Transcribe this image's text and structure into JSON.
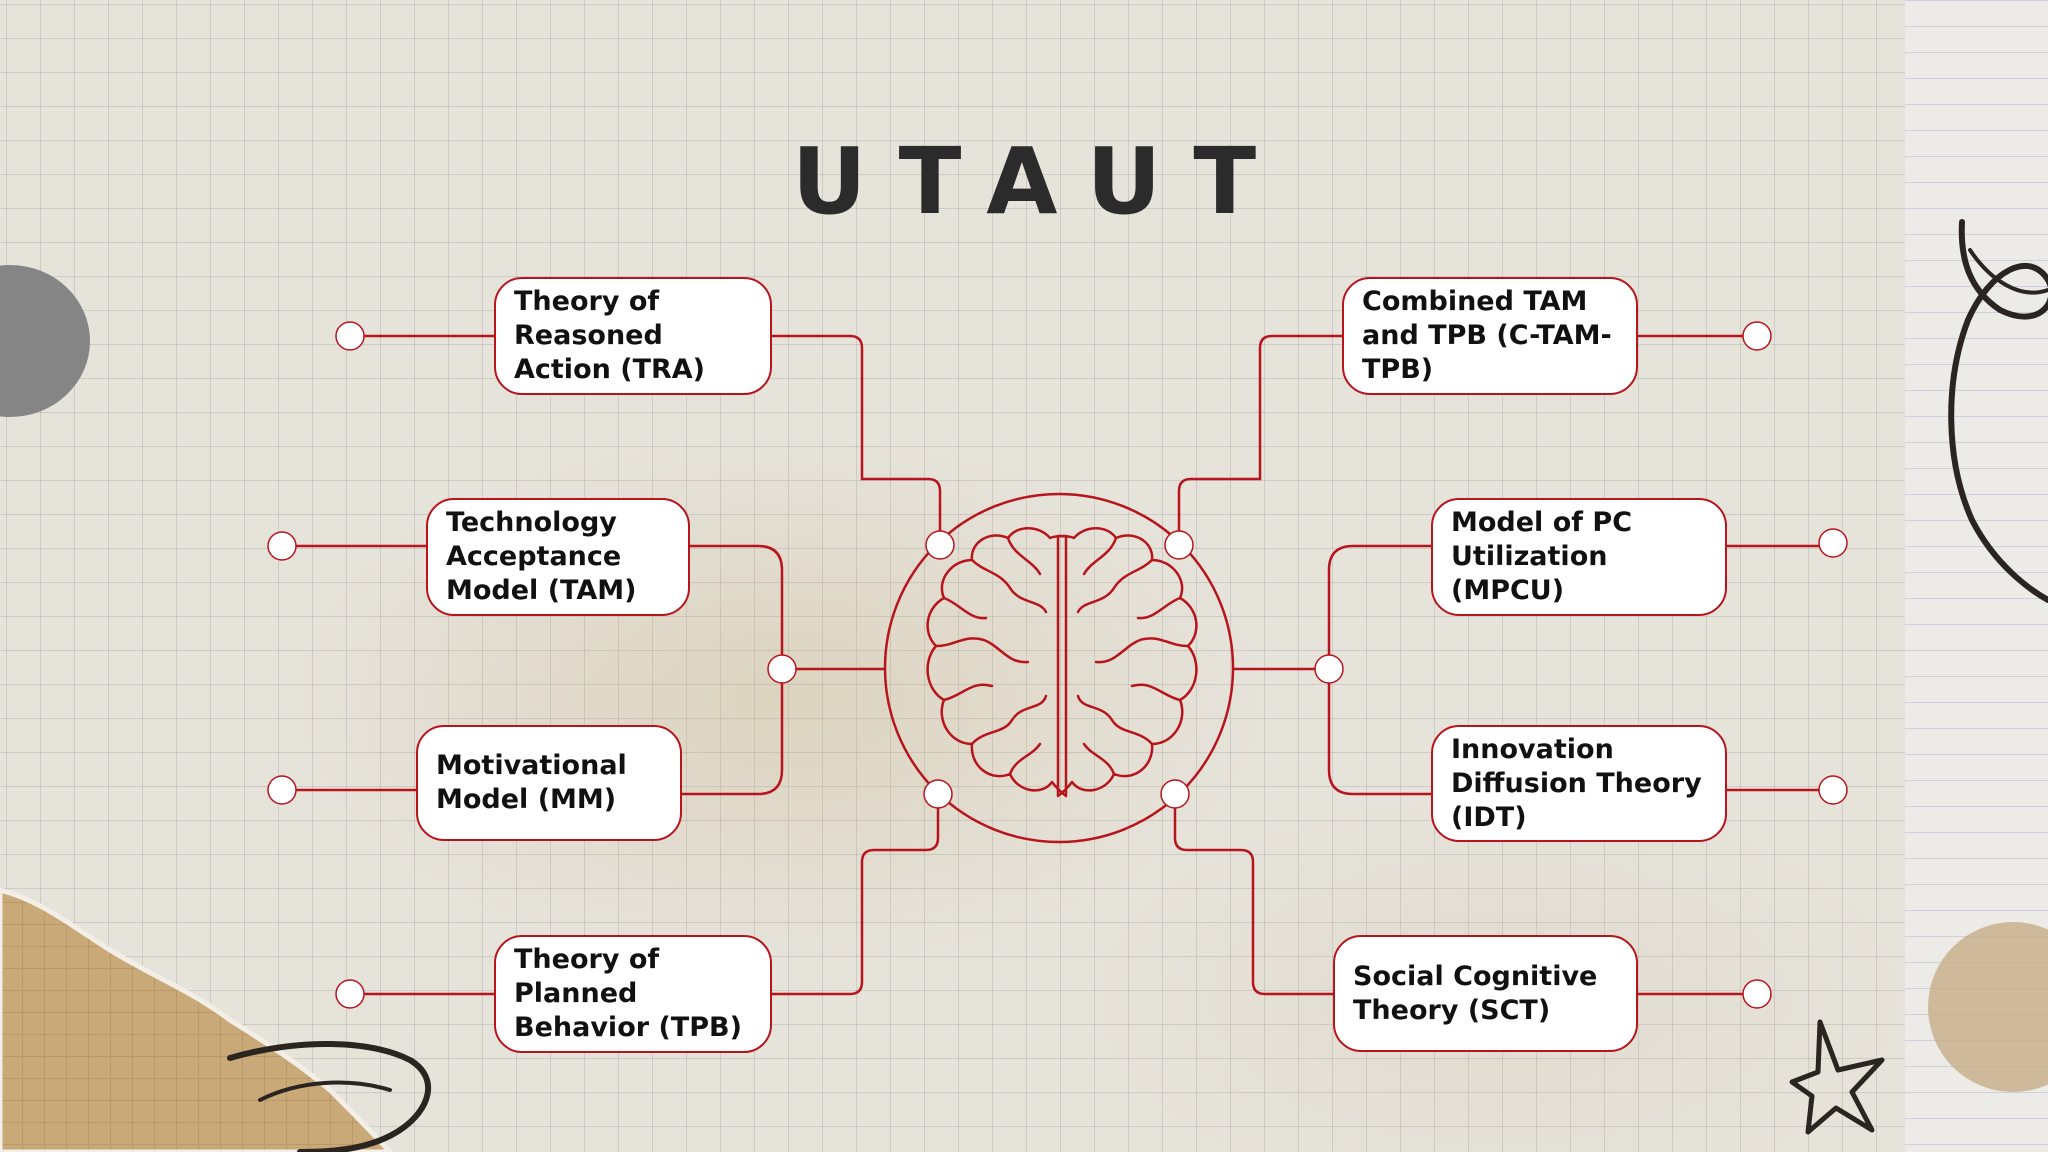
{
  "title": "UTAUT",
  "colors": {
    "accent": "#b8141c",
    "text": "#111111",
    "title": "#2b2b2b",
    "node_fill": "#ffffff"
  },
  "center": {
    "icon": "brain-icon"
  },
  "nodes": [
    {
      "id": "tra",
      "side": "left",
      "label": "Theory of\nReasoned\nAction (TRA)"
    },
    {
      "id": "tam",
      "side": "left",
      "label": "Technology\nAcceptance\nModel (TAM)"
    },
    {
      "id": "mm",
      "side": "left",
      "label": "Motivational\nModel (MM)"
    },
    {
      "id": "tpb",
      "side": "left",
      "label": "Theory of\nPlanned\nBehavior (TPB)"
    },
    {
      "id": "ctam",
      "side": "right",
      "label": "Combined TAM\nand TPB (C-TAM-\nTPB)"
    },
    {
      "id": "mpcu",
      "side": "right",
      "label": "Model of PC\nUtilization (MPCU)"
    },
    {
      "id": "idt",
      "side": "right",
      "label": "Innovation\nDiffusion Theory\n(IDT)"
    },
    {
      "id": "sct",
      "side": "right",
      "label": "Social Cognitive\nTheory (SCT)"
    }
  ]
}
